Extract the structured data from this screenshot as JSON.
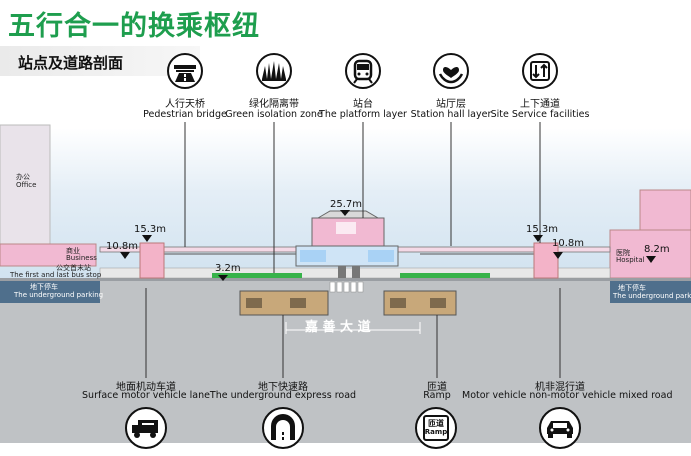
{
  "title": "五行合一的换乘枢纽",
  "subtitle": "站点及道路剖面",
  "top_labels": [
    {
      "cn": "人行天桥",
      "en": "Pedestrian bridge",
      "icon": "pedestrian-bridge-icon"
    },
    {
      "cn": "绿化隔离带",
      "en": "Green isolation zone",
      "icon": "grass-icon"
    },
    {
      "cn": "站台",
      "en": "The platform layer",
      "icon": "train-icon"
    },
    {
      "cn": "站厅层",
      "en": "Station hall layer",
      "icon": "heart-hand-icon"
    },
    {
      "cn": "上下通道",
      "en": "Site Service facilities",
      "icon": "up-down-arrows-icon"
    }
  ],
  "bottom_labels": [
    {
      "cn": "地面机动车道",
      "en": "Surface motor vehicle lane",
      "icon": "truck-icon"
    },
    {
      "cn": "地下快速路",
      "en": "The underground express road",
      "icon": "tunnel-icon"
    },
    {
      "cn": "匝道",
      "en": "Ramp",
      "icon": "ramp-icon",
      "icon_text": "匝道",
      "icon_text_en": "Ramp"
    },
    {
      "cn": "机非混行道",
      "en": "Motor vehicle non-motor vehicle mixed road",
      "icon": "car-icon"
    }
  ],
  "elevations": {
    "top": "25.7m",
    "left_bridge": "15.3m",
    "right_bridge": "15.3m",
    "left_ground": "10.8m",
    "right_ground": "10.8m",
    "left_green": "3.2m",
    "right_building": "8.2m"
  },
  "buildings": {
    "office_cn": "办公",
    "office_en": "Office",
    "shop_cn": "商业",
    "shop_en": "Business",
    "bus_stop_cn": "公交首末站",
    "bus_stop_en": "The first and last bus stop",
    "parking_left_cn": "地下停车",
    "parking_left_en": "The underground parking",
    "hospital_cn": "医院",
    "hospital_en": "Hospital",
    "parking_right_cn": "地下停车",
    "parking_right_en": "The underground parking"
  },
  "road_name": "嘉 善 大 道",
  "colors": {
    "title": "#1e9e4e",
    "sky": "#cfe1ef",
    "ground": "#bfc2c5",
    "pink": "#f1b9d2",
    "parking": "#4f6f8c",
    "green": "#37b34a",
    "tunnel": "#c8a87a"
  }
}
